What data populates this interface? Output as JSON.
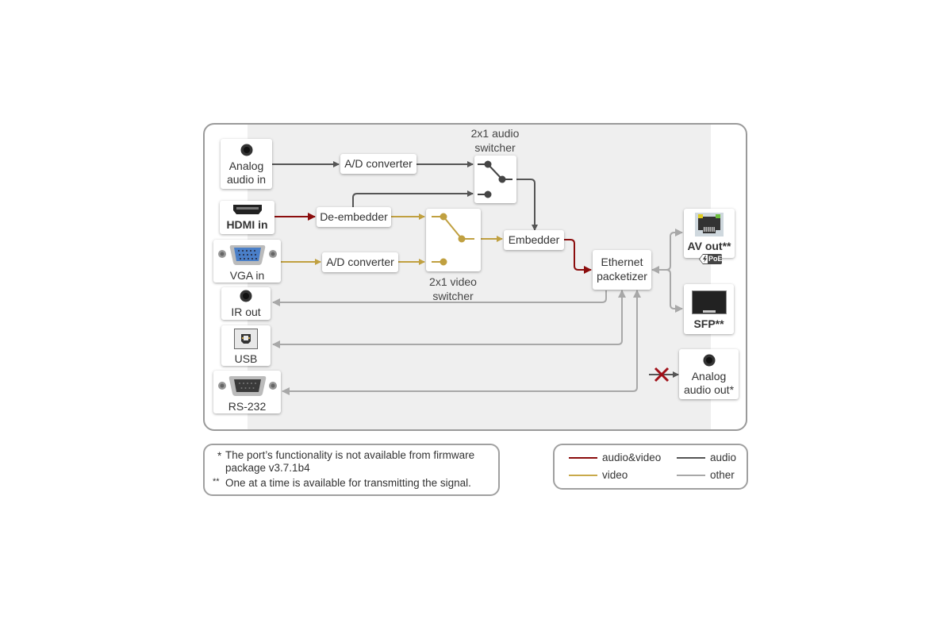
{
  "inputs": {
    "analog_audio_in": "Analog\naudio in",
    "hdmi_in": "HDMI in",
    "vga_in": "VGA in",
    "ir_out": "IR out",
    "usb": "USB",
    "rs232": "RS-232"
  },
  "blocks": {
    "ad_converter_audio": "A/D converter",
    "de_embedder": "De-embedder",
    "ad_converter_video": "A/D converter",
    "embedder": "Embedder",
    "ethernet_packetizer": "Ethernet\npacketizer"
  },
  "switchers": {
    "audio": "2x1 audio\nswitcher",
    "video": "2x1 video\nswitcher"
  },
  "outputs": {
    "av_out": "AV out**",
    "poe_badge": "PoE",
    "sfp": "SFP**",
    "analog_audio_out": "Analog\naudio out*"
  },
  "notes": {
    "note1_mark": "*",
    "note1_line1": "The port’s functionality is not available from firmware",
    "note1_line2": "package v3.7.1b4",
    "note2_mark": "**",
    "note2_text": "One at a time is available for transmitting the signal."
  },
  "legend": [
    {
      "label": "audio&video",
      "color": "#8b0d0d"
    },
    {
      "label": "audio",
      "color": "#555555"
    },
    {
      "label": "video",
      "color": "#c8a94a"
    },
    {
      "label": "other",
      "color": "#a8a8a8"
    }
  ],
  "colors": {
    "audio_video": "#8b0d0d",
    "audio": "#555555",
    "video": "#c0a040",
    "other": "#a8a8a8",
    "disabled_cross": "#a01018"
  }
}
